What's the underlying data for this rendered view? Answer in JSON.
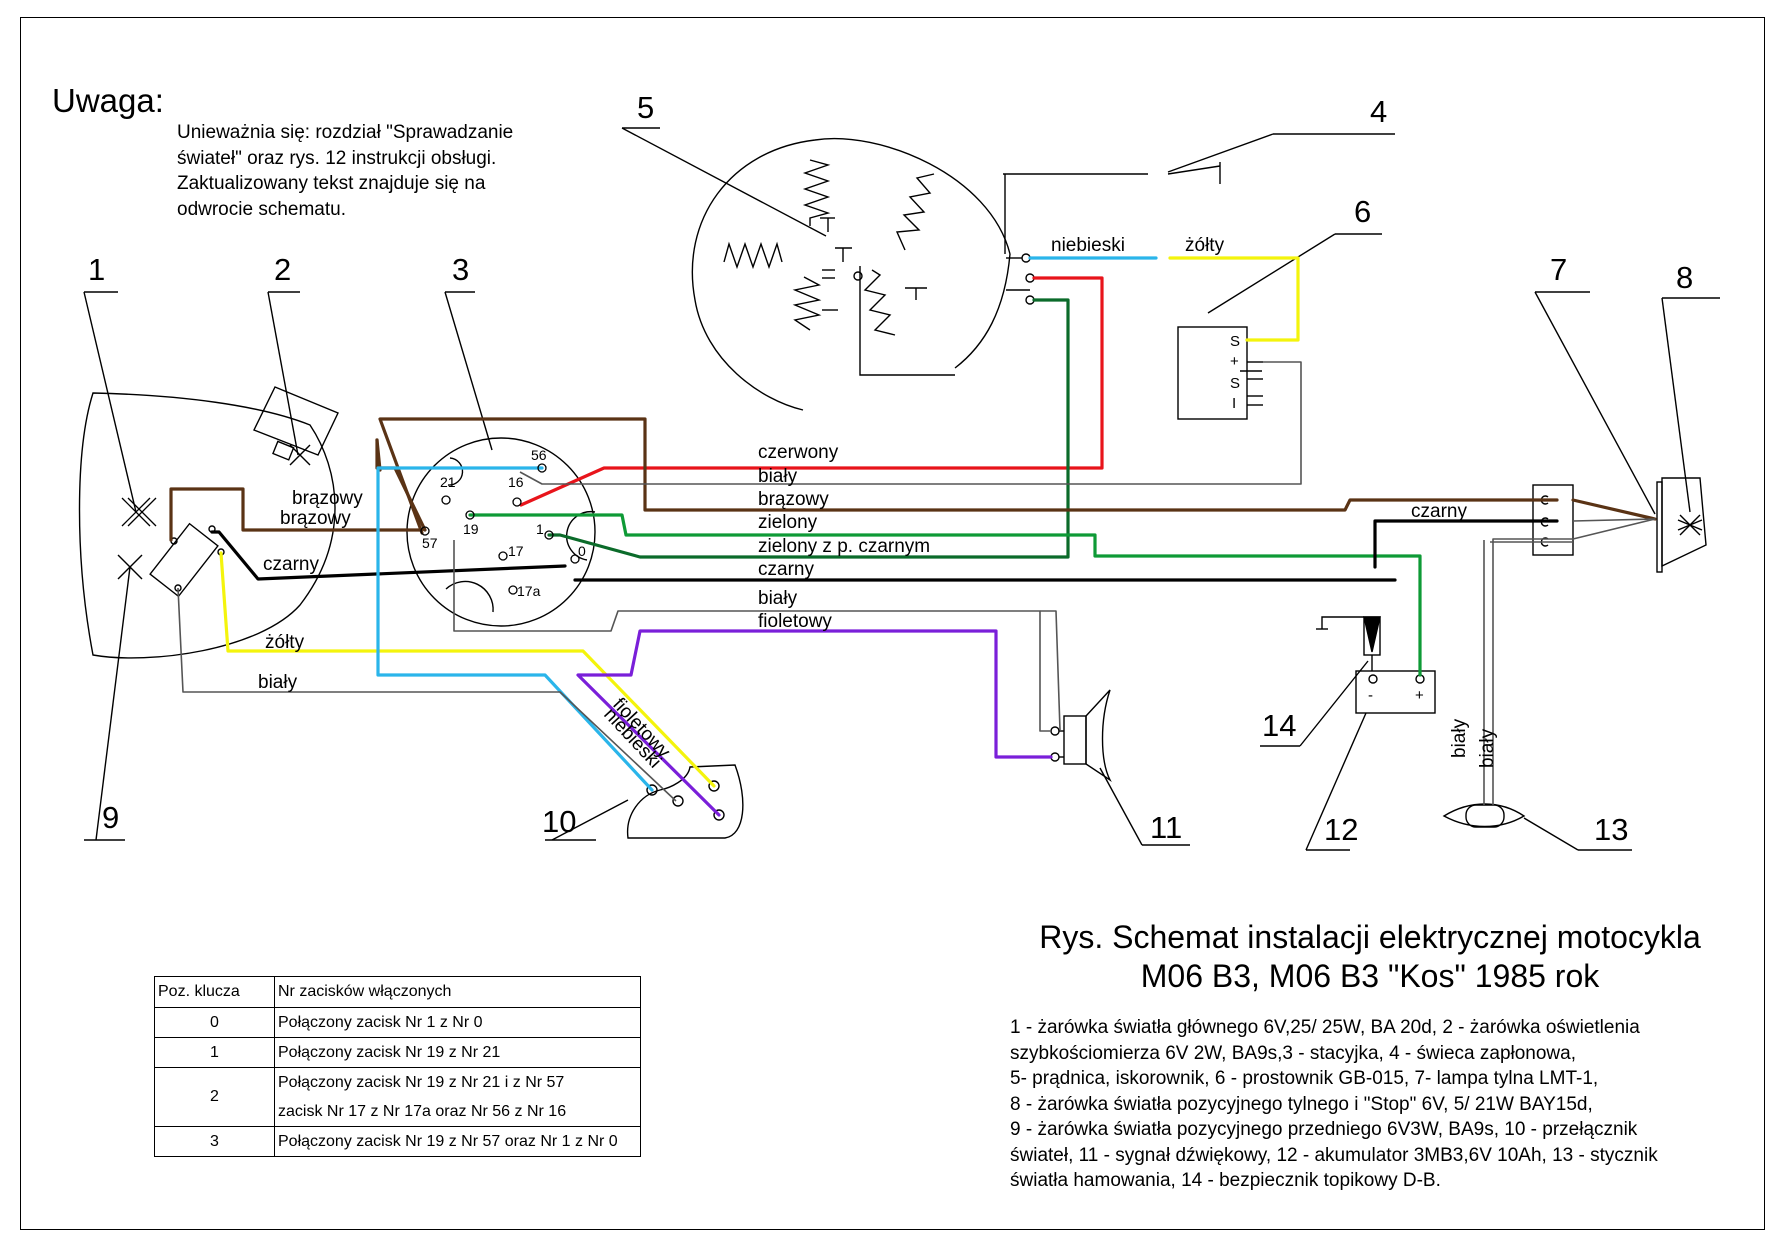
{
  "note": {
    "title": "Uwaga:",
    "lines": [
      "Unieważnia się: rozdział \"Sprawadzanie",
      "świateł\" oraz rys. 12 instrukcji obsługi.",
      "Zaktualizowany tekst znajduje się na",
      "odwrocie schematu."
    ]
  },
  "title": {
    "line1": "Rys. Schemat instalacji elektrycznej motocykla",
    "line2": "M06 B3, M06 B3 \"Kos\" 1985 rok"
  },
  "legend": [
    "1 - żarówka światła głównego 6V,25/ 25W, BA 20d, 2 - żarówka oświetlenia",
    "szybkościomierza 6V 2W, BA9s,3 - stacyjka, 4 - świeca zapłonowa,",
    "5- prądnica, iskorownik, 6 - prostownik GB-015, 7- lampa tylna LMT-1,",
    "8 - żarówka światła pozycyjnego tylnego i \"Stop\" 6V, 5/ 21W BAY15d,",
    "9 - żarówka światła pozycyjnego przedniego 6V3W, BA9s, 10 - przełącznik",
    "świateł, 11 - sygnał dźwiękowy, 12 - akumulator 3MB3,6V 10Ah, 13 - stycznik",
    "światła hamowania, 14 - bezpiecznik topikowy D-B."
  ],
  "table": {
    "headers": [
      "Poz. klucza",
      "Nr zacisków włączonych"
    ],
    "rows": [
      {
        "pos": "0",
        "text": [
          "Połączony zacisk Nr 1 z Nr 0"
        ]
      },
      {
        "pos": "1",
        "text": [
          "Połączony zacisk Nr 19 z Nr 21"
        ]
      },
      {
        "pos": "2",
        "text": [
          "Połączony zacisk Nr 19 z Nr 21 i z Nr 57",
          "zacisk Nr 17 z Nr 17a oraz Nr 56 z Nr 16"
        ]
      },
      {
        "pos": "3",
        "text": [
          "Połączony zacisk Nr 19 z Nr 57 oraz Nr 1 z Nr 0"
        ]
      }
    ]
  },
  "callouts": [
    "1",
    "2",
    "3",
    "4",
    "5",
    "6",
    "7",
    "8",
    "9",
    "10",
    "11",
    "12",
    "13",
    "14"
  ],
  "terminals": {
    "t56": "56",
    "t16": "16",
    "t21": "21",
    "t19": "19",
    "t1": "1",
    "t57": "57",
    "t17": "17",
    "t0": "0",
    "t17a": "17a"
  },
  "rectifier_pins": [
    "S",
    "+",
    "S",
    "I"
  ],
  "battery_pins": [
    "-",
    "+"
  ],
  "wire_labels": {
    "czerwony": "czerwony",
    "bialy_top": "biały",
    "brazowy_main": "brązowy",
    "zielony": "zielony",
    "zielony_czarny": "zielony z p. czarnym",
    "czarny_main": "czarny",
    "bialy_mid": "biały",
    "fioletowy_main": "fioletowy",
    "brazowy_head1": "brązowy",
    "brazowy_head2": "brązowy",
    "czarny_head": "czarny",
    "zolty_head": "żółty",
    "bialy_head": "biały",
    "niebieski_top": "niebieski",
    "zolty_top": "żółty",
    "czarny_rear": "czarny",
    "fioletowy_diag": "fioletowy",
    "niebieski_diag": "niebieski",
    "bialy_v1": "biały",
    "bialy_v2": "biały"
  },
  "colors": {
    "red": "#e8141b",
    "brown": "#5a3315",
    "green": "#0e9a36",
    "dark_green": "#0b6b2a",
    "yellow": "#f4f40c",
    "blue": "#2ab5ea",
    "violet": "#7a1fd9",
    "black": "#000000",
    "grey": "#555555"
  }
}
